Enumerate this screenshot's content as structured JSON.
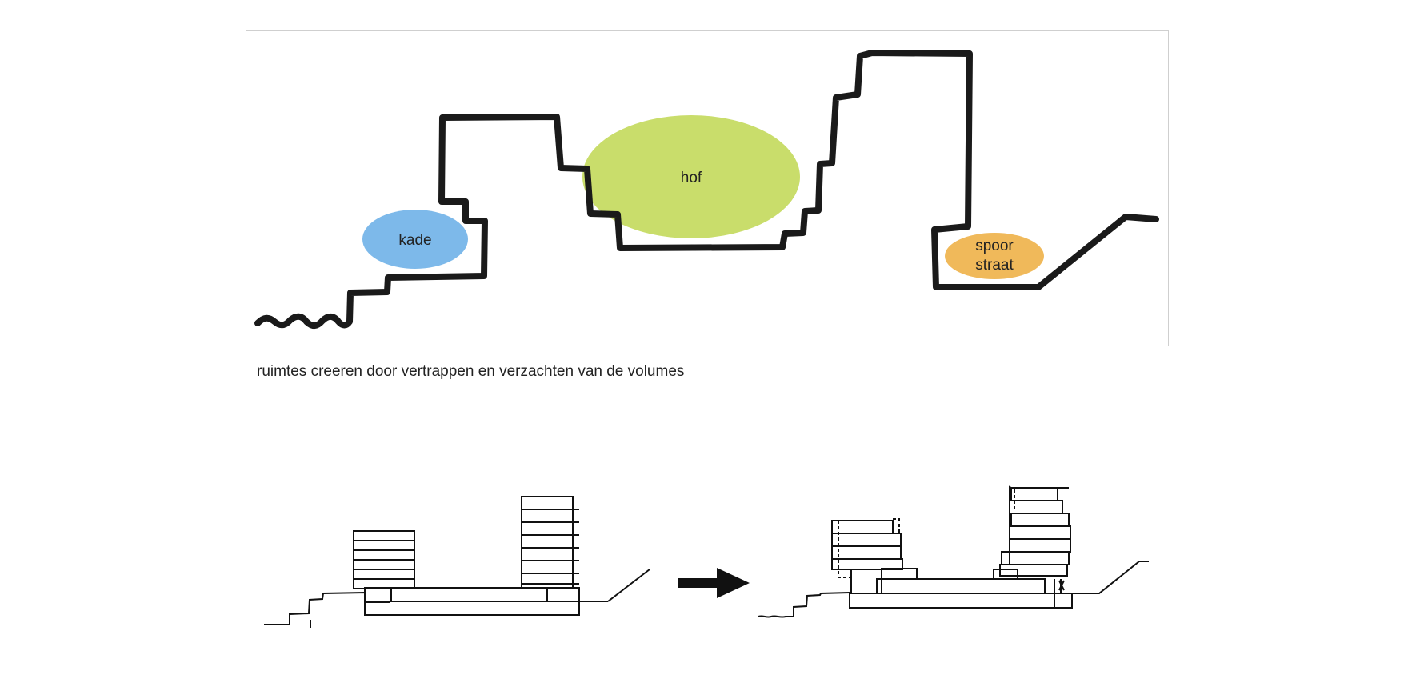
{
  "diagram": {
    "zones": {
      "kade": "kade",
      "hof": "hof",
      "spoorstraat_line1": "spoor",
      "spoorstraat_line2": "straat"
    },
    "caption": "ruimtes creeren door vertrappen en verzachten van de volumes",
    "colors": {
      "kade": "#7db9ea",
      "hof": "#c9dd6b",
      "spoorstraat": "#f0b95a",
      "outline": "#1a1a1a"
    }
  }
}
